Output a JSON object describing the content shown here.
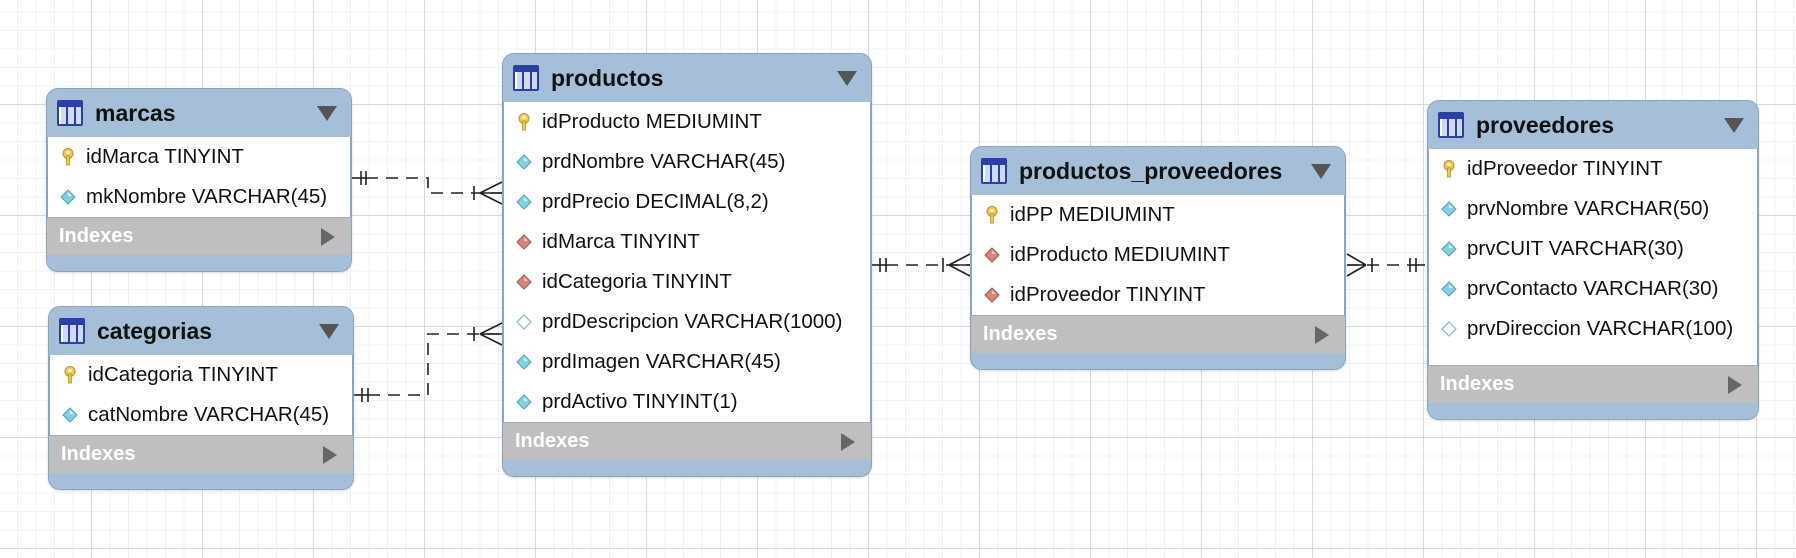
{
  "entities": [
    {
      "id": "marcas",
      "title": "marcas",
      "indexes_label": "Indexes",
      "columns": [
        {
          "key": "pk",
          "text": "idMarca TINYINT"
        },
        {
          "key": "attr",
          "text": "mkNombre VARCHAR(45)"
        }
      ]
    },
    {
      "id": "categorias",
      "title": "categorias",
      "indexes_label": "Indexes",
      "columns": [
        {
          "key": "pk",
          "text": "idCategoria TINYINT"
        },
        {
          "key": "attr",
          "text": "catNombre VARCHAR(45)"
        }
      ]
    },
    {
      "id": "productos",
      "title": "productos",
      "indexes_label": "Indexes",
      "columns": [
        {
          "key": "pk",
          "text": "idProducto MEDIUMINT"
        },
        {
          "key": "attr",
          "text": "prdNombre VARCHAR(45)"
        },
        {
          "key": "attr",
          "text": "prdPrecio DECIMAL(8,2)"
        },
        {
          "key": "fk",
          "text": "idMarca TINYINT"
        },
        {
          "key": "fk",
          "text": "idCategoria TINYINT"
        },
        {
          "key": "nullable",
          "text": "prdDescripcion VARCHAR(1000)"
        },
        {
          "key": "attr",
          "text": "prdImagen VARCHAR(45)"
        },
        {
          "key": "attr",
          "text": "prdActivo TINYINT(1)"
        }
      ]
    },
    {
      "id": "productos_proveedores",
      "title": "productos_proveedores",
      "indexes_label": "Indexes",
      "columns": [
        {
          "key": "pk",
          "text": "idPP MEDIUMINT"
        },
        {
          "key": "fk",
          "text": "idProducto MEDIUMINT"
        },
        {
          "key": "fk",
          "text": "idProveedor TINYINT"
        }
      ]
    },
    {
      "id": "proveedores",
      "title": "proveedores",
      "indexes_label": "Indexes",
      "columns": [
        {
          "key": "pk",
          "text": "idProveedor TINYINT"
        },
        {
          "key": "attr",
          "text": "prvNombre VARCHAR(50)"
        },
        {
          "key": "attr",
          "text": "prvCUIT VARCHAR(30)"
        },
        {
          "key": "attr",
          "text": "prvContacto VARCHAR(30)"
        },
        {
          "key": "nullable",
          "text": "prvDireccion VARCHAR(100)"
        }
      ]
    }
  ],
  "relationships": [
    {
      "from": "marcas",
      "to": "productos",
      "from_end": "one-mandatory",
      "to_end": "many"
    },
    {
      "from": "categorias",
      "to": "productos",
      "from_end": "one-mandatory",
      "to_end": "many"
    },
    {
      "from": "productos",
      "to": "productos_proveedores",
      "from_end": "one-mandatory",
      "to_end": "many"
    },
    {
      "from": "proveedores",
      "to": "productos_proveedores",
      "from_end": "one-mandatory",
      "to_end": "many"
    }
  ],
  "colors": {
    "header": "#a6bfd8",
    "indexes_bar": "#bfbfbf",
    "pk_key": "#f2c94c",
    "fk_diamond": "#d9837a",
    "attr_diamond": "#7fd3e0",
    "icon_blue": "#2a3fa8"
  }
}
